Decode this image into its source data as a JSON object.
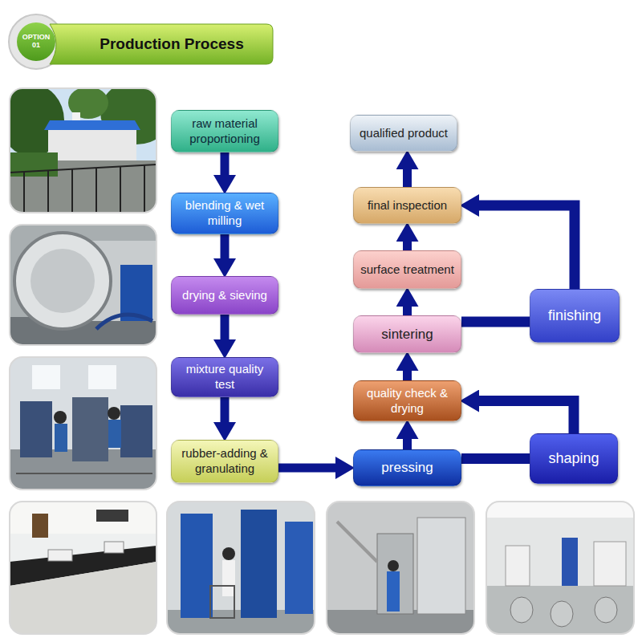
{
  "diagram": {
    "title": "Production Process",
    "nodes": [
      {
        "text": [
          "OPTION 01"
        ]
      },
      {
        "text": [
          "raw material proportioning"
        ]
      },
      {
        "text": [
          "blending & wet milling"
        ]
      },
      {
        "text": [
          "drying & sieving"
        ]
      },
      {
        "text": [
          "mixture quality test"
        ]
      },
      {
        "text": [
          "rubber-adding & granulating"
        ]
      },
      {
        "text": [
          "pressing"
        ]
      },
      {
        "text": [
          "quality check & drying"
        ]
      },
      {
        "text": [
          "sintering"
        ]
      },
      {
        "text": [
          "surface treatment"
        ]
      },
      {
        "text": [
          "final inspection"
        ]
      },
      {
        "text": [
          "qualified product"
        ]
      },
      {
        "text": [
          "shaping"
        ]
      },
      {
        "text": [
          "finishing"
        ]
      }
    ],
    "edges": [
      {
        "from": 1,
        "to": 2,
        "arrow": "to"
      },
      {
        "from": 2,
        "to": 3,
        "arrow": "to"
      },
      {
        "from": 3,
        "to": 4,
        "arrow": "to"
      },
      {
        "from": 4,
        "to": 5,
        "arrow": "to"
      },
      {
        "from": 5,
        "to": 6,
        "arrow": "to"
      },
      {
        "from": 6,
        "to": 7,
        "arrow": "to"
      },
      {
        "from": 7,
        "to": 8,
        "arrow": "to"
      },
      {
        "from": 8,
        "to": 9,
        "arrow": "to"
      },
      {
        "from": 9,
        "to": 10,
        "arrow": "to"
      },
      {
        "from": 10,
        "to": 11,
        "arrow": "to"
      },
      {
        "from": 6,
        "to": 12,
        "arrow": "none"
      },
      {
        "from": 12,
        "to": 7,
        "arrow": "to"
      },
      {
        "from": 8,
        "to": 13,
        "arrow": "none"
      },
      {
        "from": 13,
        "to": 10,
        "arrow": "to"
      }
    ]
  }
}
